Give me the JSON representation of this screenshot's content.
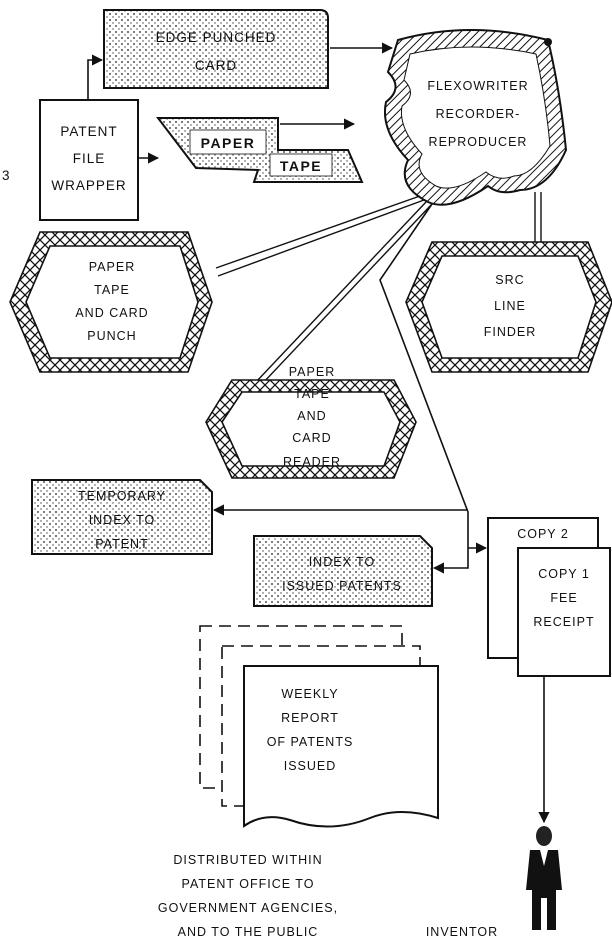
{
  "nodes": {
    "edge_card": {
      "line1": "EDGE PUNCHED",
      "line2": "CARD"
    },
    "file_wrapper": {
      "line1": "PATENT",
      "line2": "FILE",
      "line3": "WRAPPER"
    },
    "paper_tape": {
      "line1": "PAPER",
      "line2": "TAPE"
    },
    "flexowriter": {
      "line1": "FLEXOWRITER",
      "line2": "RECORDER-",
      "line3": "REPRODUCER"
    },
    "tape_card_punch": {
      "line1": "PAPER",
      "line2": "TAPE",
      "line3": "AND CARD",
      "line4": "PUNCH"
    },
    "src_finder": {
      "line1": "SRC",
      "line2": "LINE",
      "line3": "FINDER"
    },
    "tape_card_reader": {
      "line1": "PAPER",
      "line2": "TAPE",
      "line3": "AND",
      "line4": "CARD",
      "line5": "READER"
    },
    "temp_index": {
      "line1": "TEMPORARY",
      "line2": "INDEX TO",
      "line3": "PATENT"
    },
    "issued_index": {
      "line1": "INDEX TO",
      "line2": "ISSUED PATENTS"
    },
    "copy2": {
      "line1": "COPY 2"
    },
    "copy1": {
      "line1": "COPY 1",
      "line2": "FEE",
      "line3": "RECEIPT"
    },
    "weekly_report": {
      "line1": "WEEKLY",
      "line2": "REPORT",
      "line3": "OF PATENTS",
      "line4": "ISSUED"
    }
  },
  "captions": {
    "distributed": {
      "line1": "DISTRIBUTED WITHIN",
      "line2": "PATENT OFFICE  TO",
      "line3": "GOVERNMENT AGENCIES,",
      "line4": "AND TO THE PUBLIC"
    },
    "inventor": "INVENTOR",
    "margin_mark": "3"
  }
}
